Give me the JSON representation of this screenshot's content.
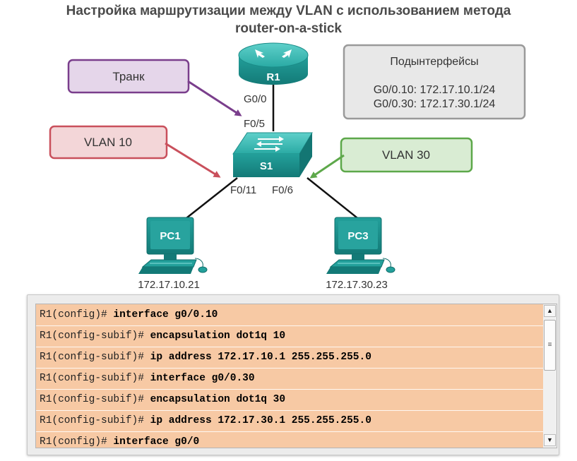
{
  "title": {
    "line1": "Настройка маршрутизации между VLAN с использованием метода",
    "line2": "router-on-a-stick"
  },
  "labels": {
    "trunk": "Транк",
    "vlan10": "VLAN 10",
    "vlan30": "VLAN 30"
  },
  "subinterfaces": {
    "heading": "Подынтерфейсы",
    "line1": "G0/0.10: 172.17.10.1/24",
    "line2": "G0/0.30: 172.17.30.1/24"
  },
  "devices": {
    "router": "R1",
    "switch": "S1",
    "pc1": "PC1",
    "pc3": "PC3"
  },
  "ports": {
    "router_g0": "G0/0",
    "switch_f05": "F0/5",
    "switch_f011": "F0/11",
    "switch_f06": "F0/6"
  },
  "addresses": {
    "pc1": "172.17.10.21",
    "pc3": "172.17.30.23"
  },
  "terminal": {
    "lines": [
      {
        "prompt": "R1(config)# ",
        "cmd": "interface g0/0.10"
      },
      {
        "prompt": "R1(config-subif)# ",
        "cmd": "encapsulation dot1q 10"
      },
      {
        "prompt": "R1(config-subif)# ",
        "cmd": "ip address 172.17.10.1 255.255.255.0"
      },
      {
        "prompt": "R1(config-subif)# ",
        "cmd": "interface g0/0.30"
      },
      {
        "prompt": "R1(config-subif)# ",
        "cmd": "encapsulation dot1q 30"
      },
      {
        "prompt": "R1(config-subif)# ",
        "cmd": "ip address 172.17.30.1 255.255.255.0"
      },
      {
        "prompt": "R1(config)# ",
        "cmd": "interface g0/0"
      }
    ]
  },
  "colors": {
    "device_teal": "#1f9a96",
    "trunk_purple": "#7a3e8c",
    "vlan10_red": "#c9505c",
    "vlan30_green": "#5da84a",
    "terminal_bg": "#f7c9a4"
  }
}
